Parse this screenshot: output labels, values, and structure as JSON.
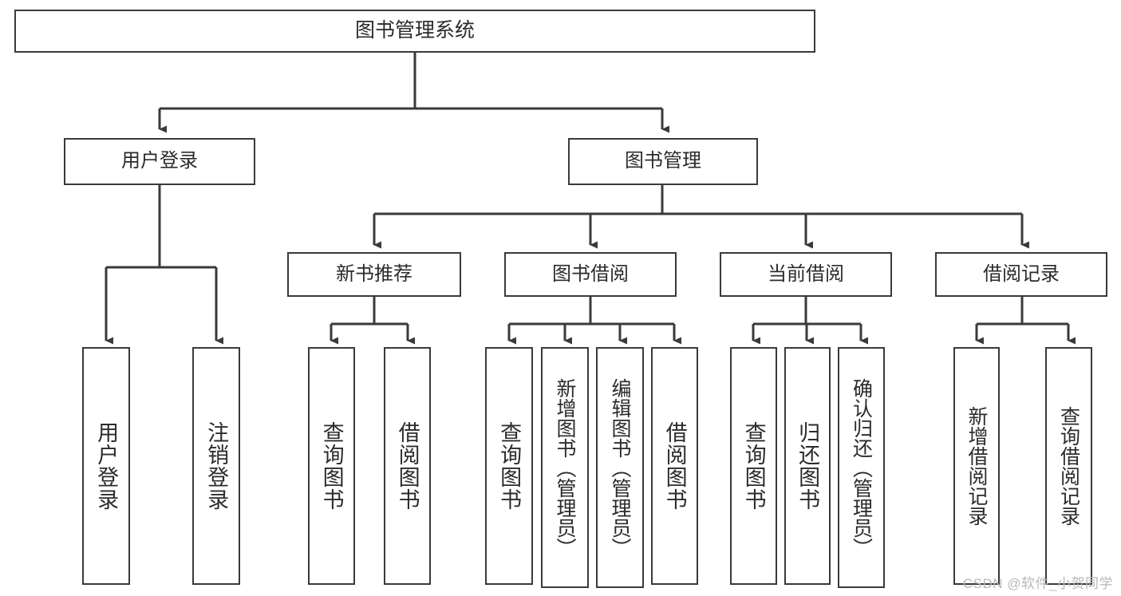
{
  "diagram": {
    "title": "图书管理系统",
    "type": "tree",
    "watermark": "CSDN @软件_小贺同学",
    "colors": {
      "stroke": "#3a3a3a",
      "fill": "#ffffff",
      "text": "#2b2b2b",
      "watermark": "#b8b8b8"
    }
  },
  "nodes": {
    "root": {
      "label": "图书管理系统"
    },
    "level2": [
      {
        "id": "user-login",
        "label": "用户登录"
      },
      {
        "id": "book-manage",
        "label": "图书管理"
      }
    ],
    "level3": [
      {
        "id": "new-book-recommend",
        "label": "新书推荐"
      },
      {
        "id": "book-borrow",
        "label": "图书借阅"
      },
      {
        "id": "current-borrow",
        "label": "当前借阅"
      },
      {
        "id": "borrow-record",
        "label": "借阅记录"
      }
    ],
    "leaves": [
      {
        "id": "leaf-user-login",
        "label": "用户登录",
        "parent": "user-login"
      },
      {
        "id": "leaf-user-logout",
        "label": "注销登录",
        "parent": "user-login"
      },
      {
        "id": "leaf-query-book-1",
        "label": "查询图书",
        "parent": "new-book-recommend"
      },
      {
        "id": "leaf-borrow-book-1",
        "label": "借阅图书",
        "parent": "new-book-recommend"
      },
      {
        "id": "leaf-query-book-2",
        "label": "查询图书",
        "parent": "book-borrow"
      },
      {
        "id": "leaf-add-book",
        "label": "新增图书（管理员）",
        "parent": "book-borrow"
      },
      {
        "id": "leaf-edit-book",
        "label": "编辑图书（管理员）",
        "parent": "book-borrow"
      },
      {
        "id": "leaf-borrow-book-2",
        "label": "借阅图书",
        "parent": "book-borrow"
      },
      {
        "id": "leaf-query-book-3",
        "label": "查询图书",
        "parent": "current-borrow"
      },
      {
        "id": "leaf-return-book",
        "label": "归还图书",
        "parent": "current-borrow"
      },
      {
        "id": "leaf-confirm-return",
        "label": "确认归还（管理员）",
        "parent": "current-borrow"
      },
      {
        "id": "leaf-add-record",
        "label": "新增借阅记录",
        "parent": "borrow-record"
      },
      {
        "id": "leaf-query-record",
        "label": "查询借阅记录",
        "parent": "borrow-record"
      }
    ]
  }
}
